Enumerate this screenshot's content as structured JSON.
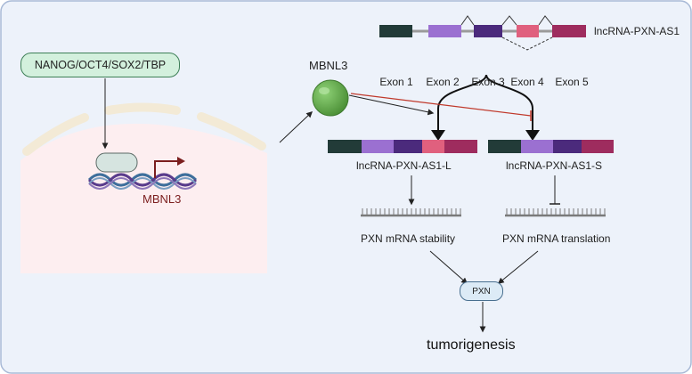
{
  "labels": {
    "transcription_factors": "NANOG/OCT4/SOX2/TBP",
    "gene_mbnl3": "MBNL3",
    "protein_mbnl3": "MBNL3",
    "lncrna": "lncRNA-PXN-AS1",
    "exons": [
      "Exon 1",
      "Exon 2",
      "Exon 3",
      "Exon 4",
      "Exon 5"
    ],
    "isoform_long": "lncRNA-PXN-AS1-L",
    "isoform_short": "lncRNA-PXN-AS1-S",
    "effect_long": "PXN mRNA stability",
    "effect_short": "PXN mRNA translation",
    "pxn": "PXN",
    "outcome": "tumorigenesis"
  },
  "colors": {
    "exon1": "#223b38",
    "exon2": "#9b70d1",
    "exon3": "#4b2a7c",
    "exon4": "#e0607e",
    "exon5": "#9e2c5e",
    "tf_fill": "#d3f0dd",
    "tf_border": "#3e7f57",
    "protein_green": "#5faa48",
    "inhibit_red": "#c0392b",
    "cell_fill": "#fdeef0",
    "membrane": "#f3ead6",
    "dna_blue": "#3e6f9c",
    "dna_purple": "#5a3c8c",
    "promoter_arrow": "#7b1e1e",
    "panel_bg": "#edf2fa",
    "panel_border": "#a8b9d6"
  }
}
